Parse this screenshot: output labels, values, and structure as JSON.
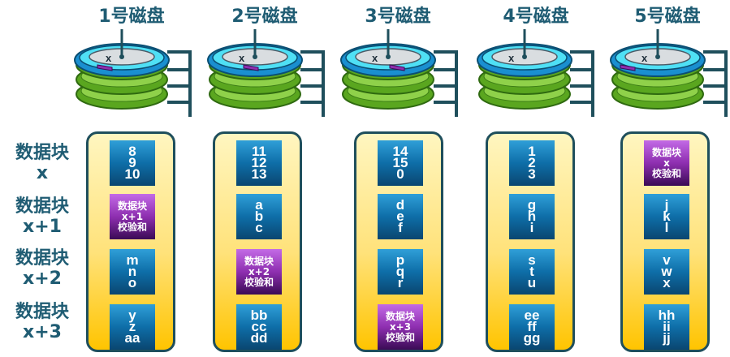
{
  "disks": [
    {
      "title": "1号磁盘",
      "platter_label": "x",
      "blocks": [
        {
          "type": "data",
          "lines": [
            "8",
            "9",
            "10"
          ]
        },
        {
          "type": "parity",
          "lines": [
            "数据块",
            "x+1",
            "校验和"
          ]
        },
        {
          "type": "data",
          "lines": [
            "m",
            "n",
            "o"
          ]
        },
        {
          "type": "data",
          "lines": [
            "y",
            "z",
            "aa"
          ]
        }
      ]
    },
    {
      "title": "2号磁盘",
      "platter_label": "x",
      "blocks": [
        {
          "type": "data",
          "lines": [
            "11",
            "12",
            "13"
          ]
        },
        {
          "type": "data",
          "lines": [
            "a",
            "b",
            "c"
          ]
        },
        {
          "type": "parity",
          "lines": [
            "数据块",
            "x+2",
            "校验和"
          ]
        },
        {
          "type": "data",
          "lines": [
            "bb",
            "cc",
            "dd"
          ]
        }
      ]
    },
    {
      "title": "3号磁盘",
      "platter_label": "x",
      "blocks": [
        {
          "type": "data",
          "lines": [
            "14",
            "15",
            "0"
          ]
        },
        {
          "type": "data",
          "lines": [
            "d",
            "e",
            "f"
          ]
        },
        {
          "type": "data",
          "lines": [
            "p",
            "q",
            "r"
          ]
        },
        {
          "type": "parity",
          "lines": [
            "数据块",
            "x+3",
            "校验和"
          ]
        }
      ]
    },
    {
      "title": "4号磁盘",
      "platter_label": "x",
      "blocks": [
        {
          "type": "data",
          "lines": [
            "1",
            "2",
            "3"
          ]
        },
        {
          "type": "data",
          "lines": [
            "g",
            "h",
            "i"
          ]
        },
        {
          "type": "data",
          "lines": [
            "s",
            "t",
            "u"
          ]
        },
        {
          "type": "data",
          "lines": [
            "ee",
            "ff",
            "gg"
          ]
        }
      ]
    },
    {
      "title": "5号磁盘",
      "platter_label": "x",
      "blocks": [
        {
          "type": "parity",
          "lines": [
            "数据块",
            "x",
            "校验和"
          ]
        },
        {
          "type": "data",
          "lines": [
            "j",
            "k",
            "l"
          ]
        },
        {
          "type": "data",
          "lines": [
            "v",
            "w",
            "x"
          ]
        },
        {
          "type": "data",
          "lines": [
            "hh",
            "ii",
            "jj"
          ]
        }
      ]
    }
  ],
  "rows": [
    {
      "label": [
        "数据块",
        "x"
      ]
    },
    {
      "label": [
        "数据块",
        "x+1"
      ]
    },
    {
      "label": [
        "数据块",
        "x+2"
      ]
    },
    {
      "label": [
        "数据块",
        "x+3"
      ]
    }
  ],
  "colors": {
    "data_block": "#0e6ea8",
    "parity_block": "#8e2fb0",
    "column_fill": "#ffe27a",
    "label_text": "#1f5c73",
    "platter_green": "#6fbf2a",
    "platter_cyan": "#3fd6f0"
  }
}
